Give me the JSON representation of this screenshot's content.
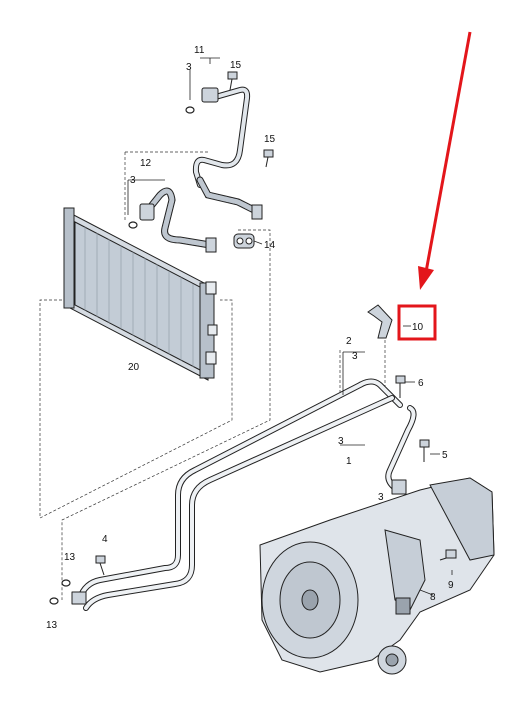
{
  "colors": {
    "line": "#222222",
    "part_fill": "#dfe4ea",
    "part_dark": "#9aa3ad",
    "highlight": "#e3161b",
    "background": "#ffffff"
  },
  "callouts": [
    {
      "id": "c11",
      "label": "11"
    },
    {
      "id": "c3a",
      "label": "3"
    },
    {
      "id": "c15a",
      "label": "15"
    },
    {
      "id": "c15b",
      "label": "15"
    },
    {
      "id": "c12",
      "label": "12"
    },
    {
      "id": "c3b",
      "label": "3"
    },
    {
      "id": "c14",
      "label": "14"
    },
    {
      "id": "c20",
      "label": "20"
    },
    {
      "id": "c10",
      "label": "10"
    },
    {
      "id": "c2",
      "label": "2"
    },
    {
      "id": "c3c",
      "label": "3"
    },
    {
      "id": "c6",
      "label": "6"
    },
    {
      "id": "c3d",
      "label": "3"
    },
    {
      "id": "c1",
      "label": "1"
    },
    {
      "id": "c5",
      "label": "5"
    },
    {
      "id": "c3e",
      "label": "3"
    },
    {
      "id": "c4",
      "label": "4"
    },
    {
      "id": "c13a",
      "label": "13"
    },
    {
      "id": "c13b",
      "label": "13"
    },
    {
      "id": "c9",
      "label": "9"
    },
    {
      "id": "c8",
      "label": "8"
    }
  ],
  "highlight": {
    "target": "10",
    "shape": "box-and-arrow"
  }
}
